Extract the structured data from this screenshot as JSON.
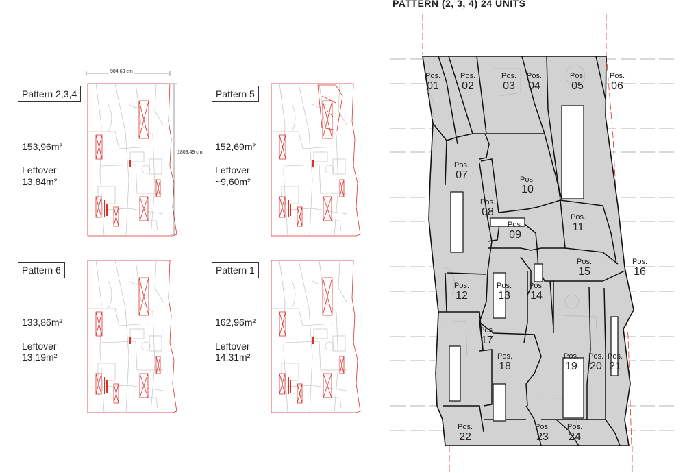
{
  "title": "PATTERN (2, 3, 4) 24 UNITS",
  "dimensions": {
    "width": "984.63 cm",
    "height": "1809.49 cm"
  },
  "patterns": [
    {
      "name": "Pattern 2,3,4",
      "area": "153,96m²",
      "leftover_label": "Leftover",
      "leftover": "13,84m²"
    },
    {
      "name": "Pattern 5",
      "area": "152,69m²",
      "leftover_label": "Leftover",
      "leftover": "~9,60m²"
    },
    {
      "name": "Pattern 6",
      "area": "133,86m²",
      "leftover_label": "Leftover",
      "leftover": "13,19m²"
    },
    {
      "name": "Pattern 1",
      "area": "162,96m²",
      "leftover_label": "Leftover",
      "leftover": "14,31m²"
    }
  ],
  "pos_word": "Pos.",
  "positions": [
    "01",
    "02",
    "03",
    "04",
    "05",
    "06",
    "07",
    "08",
    "09",
    "10",
    "11",
    "12",
    "13",
    "14",
    "15",
    "16",
    "17",
    "18",
    "19",
    "20",
    "21",
    "22",
    "23",
    "24"
  ],
  "colors": {
    "accent": "#e0302a",
    "fill": "#d2d2d2",
    "outline": "#111111",
    "guide": "#9a9a9a"
  }
}
